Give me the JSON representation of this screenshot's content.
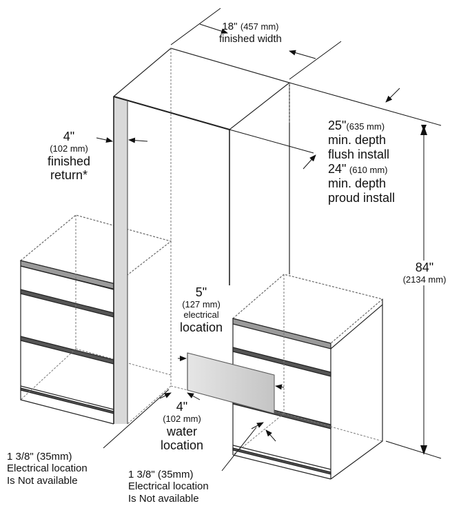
{
  "width_dim": {
    "value": "18\"",
    "metric": "(457 mm)",
    "caption": "finished width"
  },
  "return_dim": {
    "value": "4\"",
    "metric": "(102 mm)",
    "line1": "finished",
    "line2": "return*"
  },
  "depth_dim": {
    "flush_value": "25\"",
    "flush_metric": "(635 mm)",
    "flush_line1": "min. depth",
    "flush_line2": "flush install",
    "proud_value": "24\"",
    "proud_metric": "(610 mm)",
    "proud_line1": "min. depth",
    "proud_line2": "proud install"
  },
  "height_dim": {
    "value": "84\"",
    "metric": "(2134 mm)"
  },
  "electrical_dim": {
    "value": "5\"",
    "metric": "(127 mm)",
    "line1": "electrical",
    "line2": "location"
  },
  "water_dim": {
    "value": "4\"",
    "metric": "(102 mm)",
    "line1": "water",
    "line2": "location"
  },
  "note_left": {
    "line1": "1 3/8\" (35mm)",
    "line2": "Electrical location",
    "line3": "Is Not available"
  },
  "note_right": {
    "line1": "1 3/8\" (35mm)",
    "line2": "Electrical location",
    "line3": "Is Not available"
  }
}
